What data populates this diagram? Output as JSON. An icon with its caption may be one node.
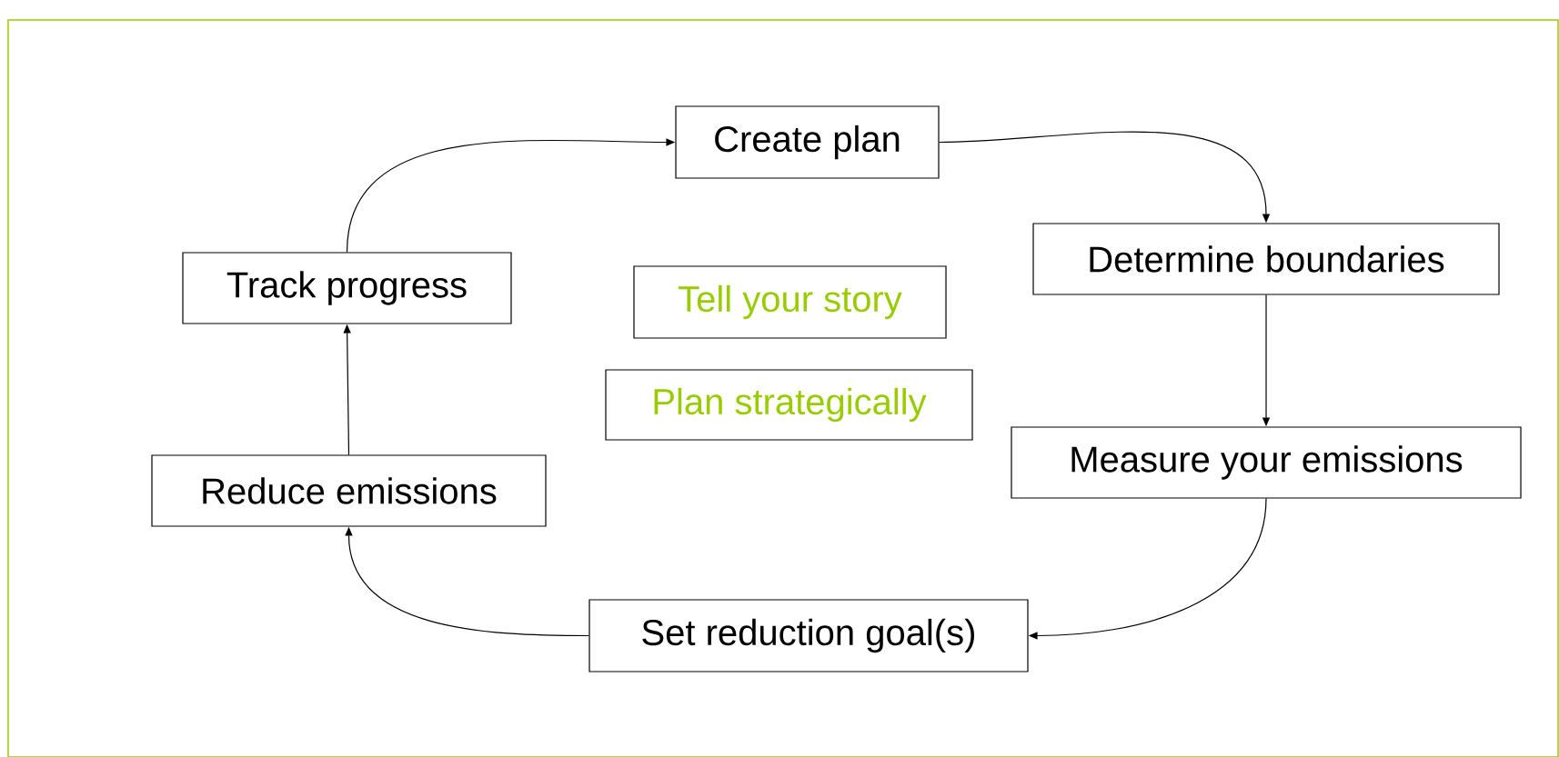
{
  "diagram": {
    "nodes": [
      {
        "text": [
          "Create plan"
        ]
      },
      {
        "text": [
          "Determine boundaries"
        ]
      },
      {
        "text": [
          "Measure your emissions"
        ]
      },
      {
        "text": [
          "Set reduction goal(s)"
        ]
      },
      {
        "text": [
          "Reduce emissions"
        ]
      },
      {
        "text": [
          "Track progress"
        ]
      },
      {
        "text": [
          "Tell your story"
        ]
      },
      {
        "text": [
          "Plan strategically"
        ]
      }
    ],
    "edges": [
      {
        "from": 0,
        "to": 1,
        "arrow": "to"
      },
      {
        "from": 1,
        "to": 2,
        "arrow": "to"
      },
      {
        "from": 2,
        "to": 3,
        "arrow": "to"
      },
      {
        "from": 3,
        "to": 4,
        "arrow": "to"
      },
      {
        "from": 4,
        "to": 5,
        "arrow": "to"
      },
      {
        "from": 5,
        "to": 0,
        "arrow": "to"
      }
    ]
  }
}
